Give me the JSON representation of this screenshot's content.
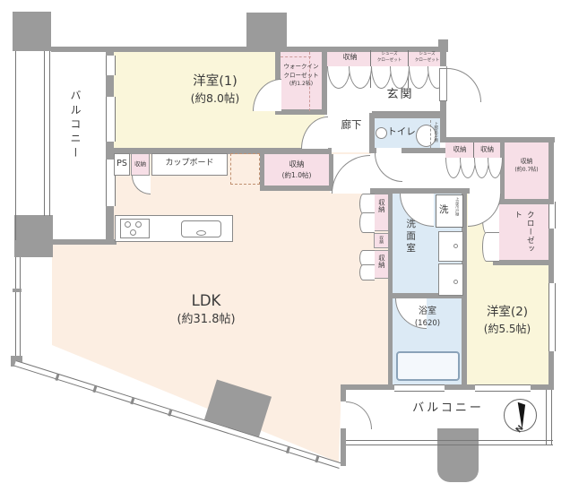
{
  "rooms": {
    "balcony_left": {
      "label": "バルコニー"
    },
    "bedroom1": {
      "name": "洋室(1)",
      "size": "(約8.0帖)"
    },
    "walk_in_closet": {
      "line1": "ウォークイン",
      "line2": "クローゼット",
      "line3": "(約1.2帖)"
    },
    "entrance": {
      "label": "玄関",
      "storage": "収納",
      "shoes_closet_1": {
        "line1": "シューズ",
        "line2": "クローゼット"
      },
      "shoes_closet_2": {
        "line1": "シューズ",
        "line2": "クローゼット"
      }
    },
    "hallway": {
      "label": "廊下"
    },
    "toilet": {
      "label": "トイレ",
      "upper_shelf": "上部吊戸棚"
    },
    "hall_storages": {
      "a": "収納",
      "b": "収納"
    },
    "storage_0_7": {
      "name": "収納",
      "size": "(約0.7帖)"
    },
    "closet": {
      "label": "クローゼット"
    },
    "bedroom2": {
      "name": "洋室(2)",
      "size": "(約5.5帖)"
    },
    "kitchen": {
      "ps": "PS",
      "storage": "収納",
      "cupboard": "カップボード"
    },
    "storage_1_0": {
      "name": "収納",
      "size": "(約1.0帖)"
    },
    "ldk": {
      "name": "LDK",
      "size": "(約31.8帖)"
    },
    "wash_pockets": {
      "a": "収納",
      "b": "収納",
      "c": "収納"
    },
    "washroom": {
      "label": "洗面室",
      "washer": "洗",
      "upper_shelf": "上部吊戸棚"
    },
    "bathroom": {
      "name": "浴室",
      "size": "(1620)"
    },
    "balcony_bottom": {
      "label": "バルコニー"
    },
    "compass": {
      "north": "N"
    }
  },
  "colors": {
    "wall": "#9b9b9b",
    "room_cream": "#faf6da",
    "room_peach": "#fceee2",
    "room_pink": "#f7dfe7",
    "room_blue": "#dceaf5",
    "line": "#777777"
  }
}
